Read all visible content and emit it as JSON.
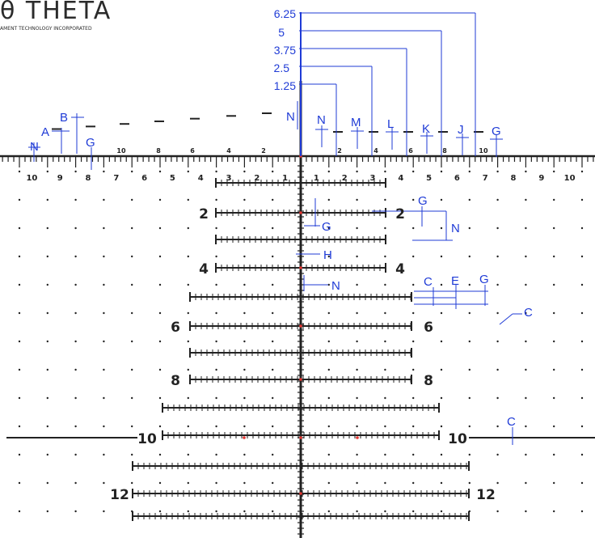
{
  "logo": {
    "brand": "θ THETA",
    "tagline": "AMENT TECHNOLOGY INCORPORATED"
  },
  "colors": {
    "reticle": "#222222",
    "dimension": "#1f3bd6",
    "center_dot": "#e3342f"
  },
  "top_dimensions": [
    "6.25",
    "5",
    "3.75",
    "2.5",
    "1.25"
  ],
  "horizontal_axis_labels": [
    "10",
    "9",
    "8",
    "7",
    "6",
    "5",
    "4",
    "3",
    "2",
    "1",
    "1",
    "2",
    "3",
    "4",
    "5",
    "6",
    "7",
    "8",
    "9",
    "10"
  ],
  "holdover_labels": [
    "10",
    "8",
    "6",
    "4",
    "2",
    "2",
    "4",
    "6",
    "8",
    "10"
  ],
  "vertical_bar_labels": [
    "2",
    "4",
    "6",
    "8",
    "10",
    "12"
  ],
  "callouts": {
    "top": [
      "N",
      "A",
      "B",
      "G",
      "N",
      "M",
      "L",
      "K",
      "J",
      "G"
    ],
    "center": [
      "G",
      "H",
      "N",
      "G",
      "N"
    ],
    "right": [
      "C",
      "E",
      "G",
      "C",
      "C"
    ]
  }
}
